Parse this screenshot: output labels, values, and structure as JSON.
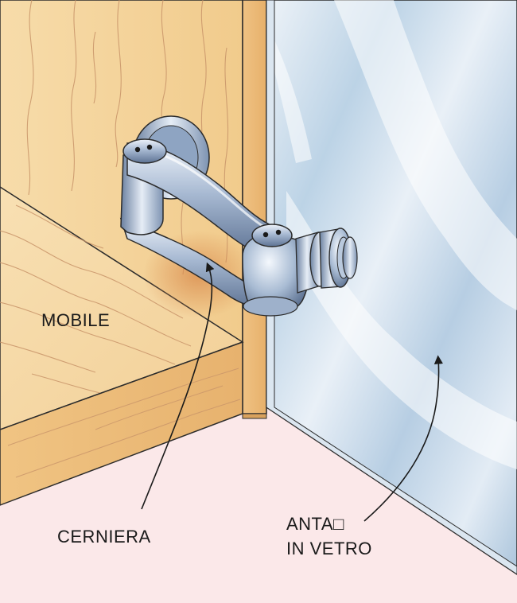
{
  "labels": {
    "mobile": "MOBILE",
    "hinge": "CERNIERA",
    "door_line1": "ANTA□",
    "door_line2": "IN VETRO"
  },
  "colors": {
    "floor": "#fbe8e9",
    "wood_light": "#f6d8a6",
    "wood_mid": "#f0c788",
    "wood_dark": "#e9b46e",
    "wood_grain": "#c9956a",
    "glass_light": "#eef3f8",
    "glass_mid": "#c8dbea",
    "glass_dark": "#a9c4db",
    "metal_light": "#e8eef6",
    "metal_mid": "#9fb2cc",
    "metal_dark": "#5f7594",
    "outline": "#2b2b2b",
    "text": "#1a1a1a"
  }
}
